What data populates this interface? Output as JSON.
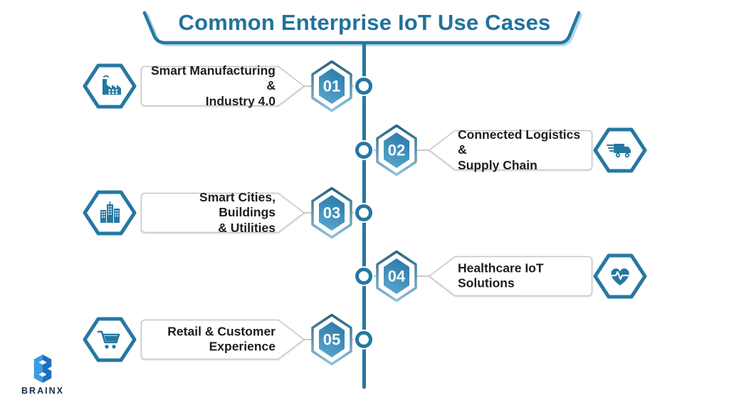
{
  "title": "Common Enterprise IoT Use Cases",
  "items": [
    {
      "number": "01",
      "label": "Smart Manufacturing &\nIndustry 4.0",
      "side": "left",
      "icon": "factory-icon"
    },
    {
      "number": "02",
      "label": "Connected Logistics &\nSupply Chain",
      "side": "right",
      "icon": "delivery-truck-icon"
    },
    {
      "number": "03",
      "label": "Smart Cities, Buildings\n& Utilities",
      "side": "left",
      "icon": "city-buildings-icon"
    },
    {
      "number": "04",
      "label": "Healthcare IoT Solutions",
      "side": "right",
      "icon": "heart-pulse-icon"
    },
    {
      "number": "05",
      "label": "Retail & Customer\nExperience",
      "side": "left",
      "icon": "shopping-cart-icon"
    }
  ],
  "logo": {
    "text": "BRAINX"
  },
  "colors": {
    "accent_teal": "#2578a2",
    "title_text": "#21719c",
    "hex_outline_dark": "#2e647f",
    "hex_outline_light": "#8fc1da",
    "hex_fill_top": "#2c7aa8",
    "hex_fill_bottom": "#57a6ce",
    "banner_border": "#c6c9cb",
    "label_text": "#1e1e20",
    "connector_gray": "#c9cccd",
    "logo_blue_light": "#3b9be0",
    "logo_blue_dark": "#1e6fbe",
    "logo_text_navy": "#1a2a4c"
  }
}
